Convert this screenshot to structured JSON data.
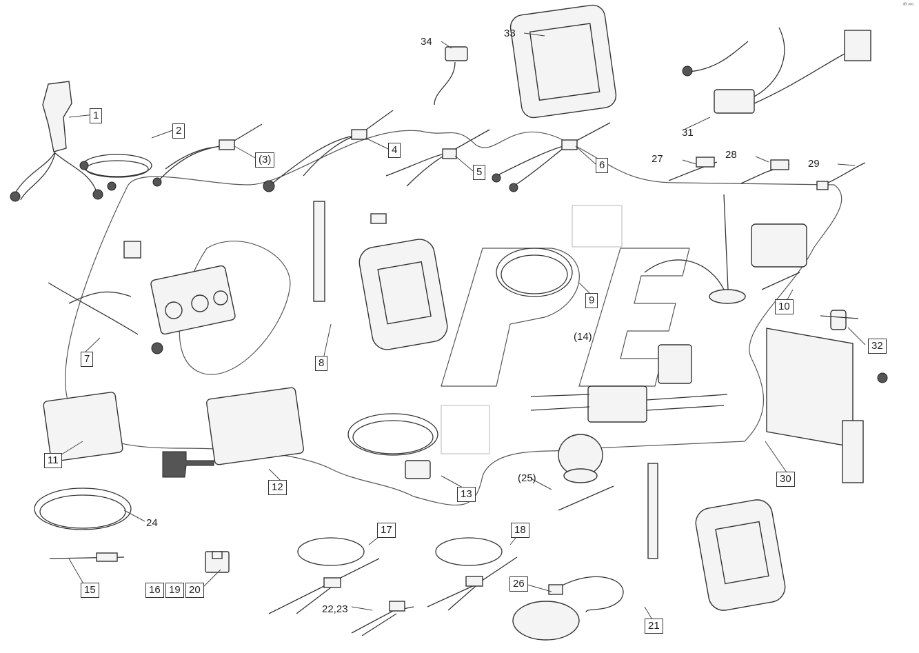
{
  "corner_mark": "ᵒᴮ ᵒᵒᵒ",
  "callouts": {
    "c1": "1",
    "c2": "2",
    "c3": "(3)",
    "c4": "4",
    "c5": "5",
    "c6": "6",
    "c7": "7",
    "c8": "8",
    "c9": "9",
    "c10": "10",
    "c11": "11",
    "c12": "12",
    "c13": "13",
    "c14": "(14)",
    "c15": "15",
    "c16": "16",
    "c17": "17",
    "c18": "18",
    "c19": "19",
    "c20": "20",
    "c21": "21",
    "c2223": "22,23",
    "c24": "24",
    "c25": "(25)",
    "c26": "26",
    "c27": "27",
    "c28": "28",
    "c29": "29",
    "c30": "30",
    "c31": "31",
    "c32": "32",
    "c33": "33",
    "c34": "34"
  }
}
